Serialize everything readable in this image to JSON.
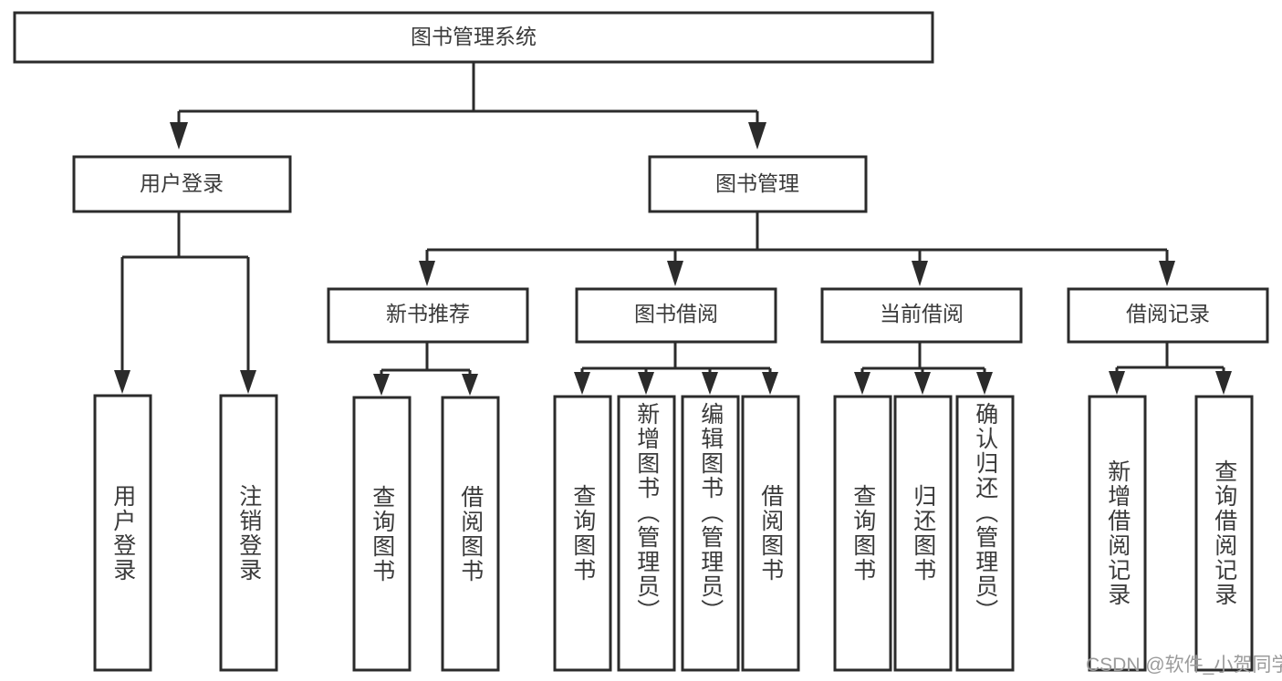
{
  "diagram": {
    "title": "图书管理系统",
    "type": "tree-hierarchy",
    "root": {
      "label": "图书管理系统"
    },
    "level2": [
      {
        "label": "用户登录"
      },
      {
        "label": "图书管理"
      }
    ],
    "level3": [
      {
        "label": "新书推荐"
      },
      {
        "label": "图书借阅"
      },
      {
        "label": "当前借阅"
      },
      {
        "label": "借阅记录"
      }
    ],
    "leaves": {
      "user_login": [
        {
          "label": "用户登录"
        },
        {
          "label": "注销登录"
        }
      ],
      "new_book_recommend": [
        {
          "label": "查询图书"
        },
        {
          "label": "借阅图书"
        }
      ],
      "book_borrow": [
        {
          "label": "查询图书"
        },
        {
          "label": "新增图书（管理员）"
        },
        {
          "label": "编辑图书（管理员）"
        },
        {
          "label": "借阅图书"
        }
      ],
      "current_borrow": [
        {
          "label": "查询图书"
        },
        {
          "label": "归还图书"
        },
        {
          "label": "确认归还（管理员）"
        }
      ],
      "borrow_record": [
        {
          "label": "新增借阅记录"
        },
        {
          "label": "查询借阅记录"
        }
      ]
    }
  },
  "watermark": {
    "text": "CSDN @软件_小贺同学"
  },
  "colors": {
    "stroke": "#2b2b2b",
    "fill": "#ffffff",
    "text": "#3a3a3a",
    "watermark": "#9b9b9b"
  }
}
